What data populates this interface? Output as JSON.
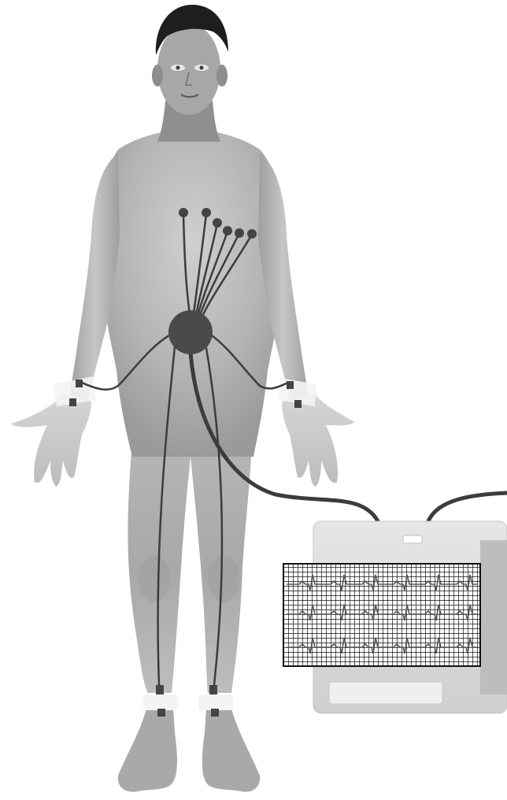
{
  "figure": {
    "subject": "human-figure",
    "device": "ecg-machine",
    "electrodes": {
      "chest_count": 6,
      "limb_count": 4
    },
    "ecg_trace_rows": 3,
    "colors": {
      "background": "#ffffff",
      "skin_light": "#d2d2d2",
      "skin_mid": "#a9a9a9",
      "skin_dark": "#8c8c8c",
      "hair": "#1e1e1e",
      "wire": "#3c3c3c",
      "electrode": "#444444",
      "band": "#f4f4f4",
      "machine_body": "#d9d9d9",
      "machine_panel": "#bdbdbd",
      "paper_grid": "#111111",
      "paper": "#ffffff"
    }
  }
}
